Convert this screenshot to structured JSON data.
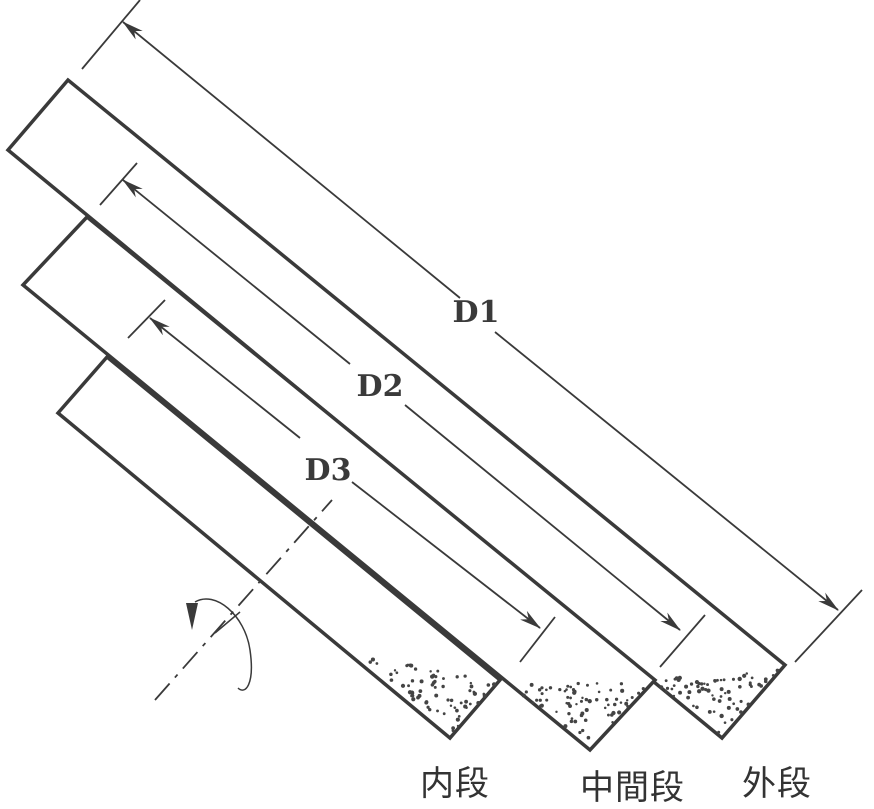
{
  "dimensions": {
    "d1": "D1",
    "d2": "D2",
    "d3": "D3"
  },
  "stages": {
    "inner": "内段",
    "middle": "中間段",
    "outer": "外段"
  },
  "colors": {
    "stroke": "#3a3a3a",
    "background": "#ffffff"
  }
}
